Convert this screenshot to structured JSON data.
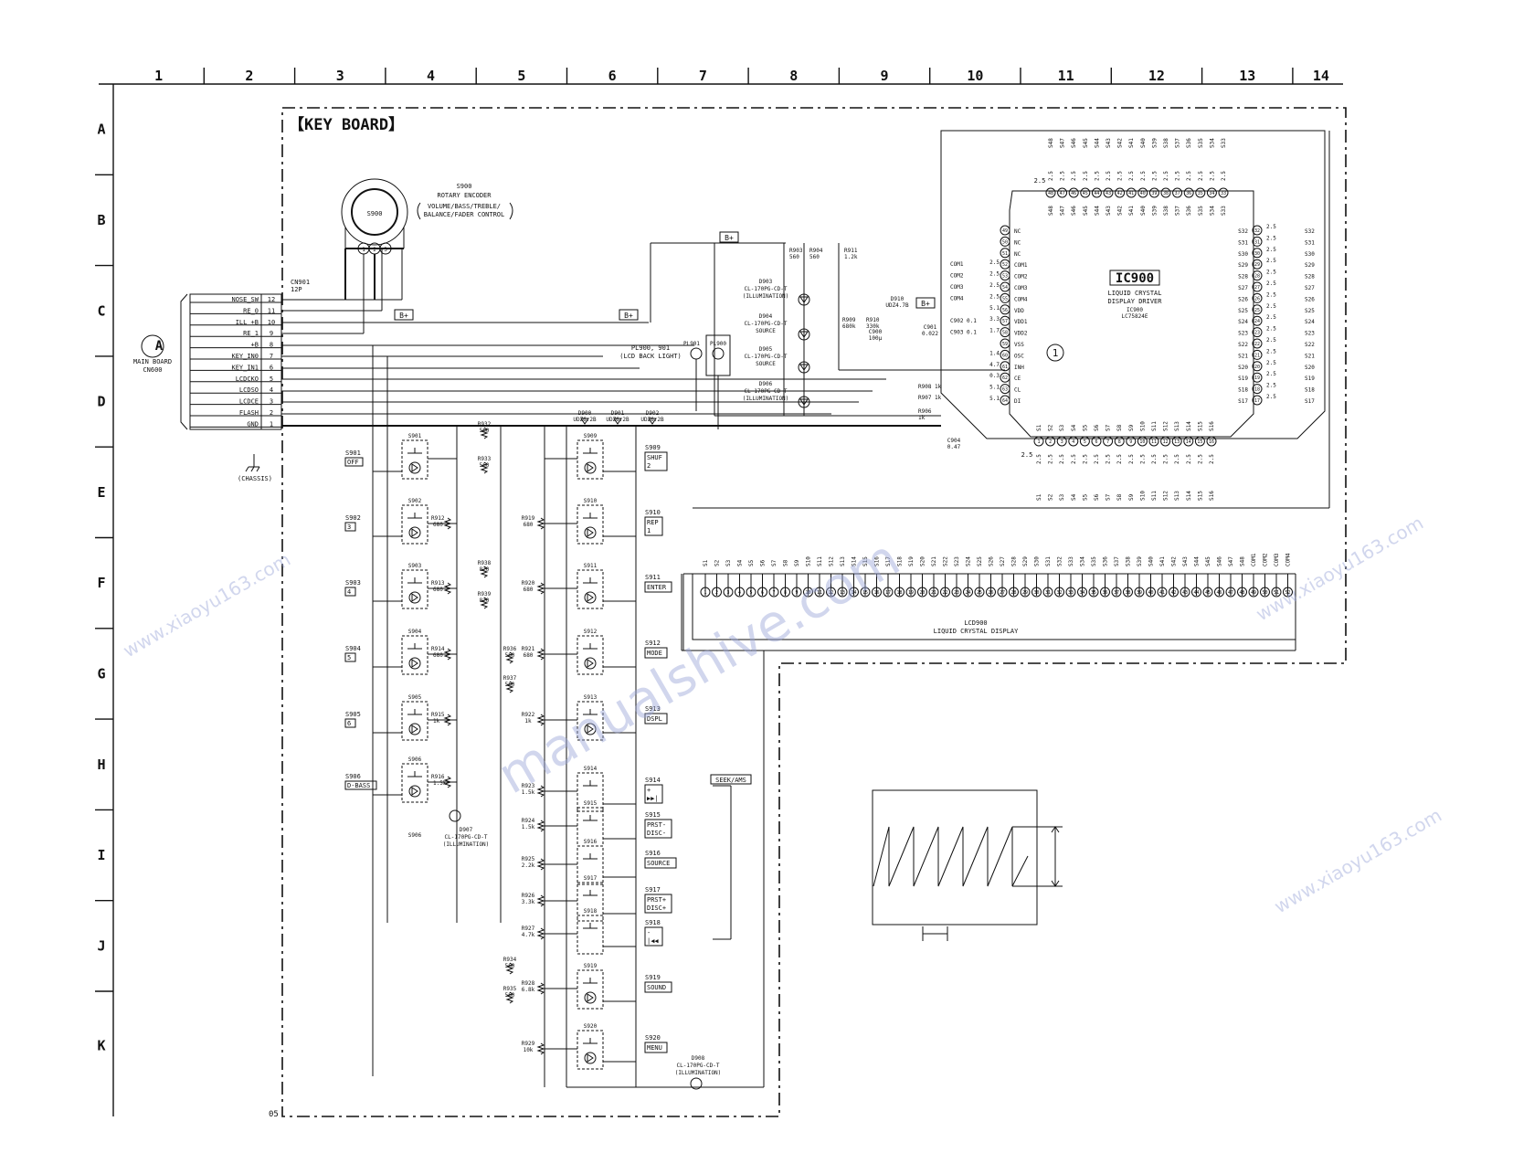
{
  "grid": {
    "columns": [
      "1",
      "2",
      "3",
      "4",
      "5",
      "6",
      "7",
      "8",
      "9",
      "10",
      "11",
      "12",
      "13",
      "14"
    ],
    "rows": [
      "A",
      "B",
      "C",
      "D",
      "E",
      "F",
      "G",
      "H",
      "I",
      "J",
      "K"
    ]
  },
  "board_title": "【KEY BOARD】",
  "page_code": "05",
  "connector_block": {
    "label_lines": [
      "MAIN BOARD",
      "CN600"
    ],
    "marker": "A",
    "cn_ref_lines": [
      "CN901",
      "12P"
    ],
    "pins": [
      {
        "signal": "NOSE_SW",
        "num": "12"
      },
      {
        "signal": "RE_0",
        "num": "11"
      },
      {
        "signal": "ILL +B",
        "num": "10"
      },
      {
        "signal": "RE_1",
        "num": "9"
      },
      {
        "signal": "+B",
        "num": "8"
      },
      {
        "signal": "KEY_IN0",
        "num": "7"
      },
      {
        "signal": "KEY_IN1",
        "num": "6"
      },
      {
        "signal": "LCDCKO",
        "num": "5"
      },
      {
        "signal": "LCDSO",
        "num": "4"
      },
      {
        "signal": "LCDCE",
        "num": "3"
      },
      {
        "signal": "FLASH",
        "num": "2"
      },
      {
        "signal": "GND",
        "num": "1"
      }
    ],
    "chassis": "(CHASSIS)"
  },
  "encoder": {
    "ref": "S900",
    "lines": [
      "S900",
      "ROTARY ENCODER",
      "VOLUME/BASS/TREBLE/",
      "BALANCE/FADER CONTROL"
    ],
    "pins": [
      "1",
      "2",
      "3"
    ]
  },
  "bplus": "B+",
  "illum": [
    {
      "ref": "D903",
      "part": "CL-170PG-CD-T",
      "note": "(ILLUMINATION)"
    },
    {
      "ref": "D904",
      "part": "CL-170PG-CD-T",
      "note": "SOURCE"
    },
    {
      "ref": "D905",
      "part": "CL-170PG-CD-T",
      "note": "SOURCE"
    },
    {
      "ref": "D906",
      "part": "CL-170PG-CD-T",
      "note": "(ILLUMINATION)"
    }
  ],
  "resistors_top": [
    {
      "ref": "R903",
      "val": "560"
    },
    {
      "ref": "R904",
      "val": "560"
    },
    {
      "ref": "R911",
      "val": "1.2k"
    },
    {
      "ref": "R909",
      "val": "680k"
    },
    {
      "ref": "R910",
      "val": "330k"
    },
    {
      "ref": "R908",
      "val": "1k"
    },
    {
      "ref": "R907",
      "val": "1k"
    },
    {
      "ref": "R906",
      "val": "1k"
    }
  ],
  "pl": {
    "label_lines": [
      "PL900, 901",
      "(LCD BACK LIGHT)"
    ],
    "pl901": "PL901",
    "pl900": "PL900"
  },
  "zeners": [
    {
      "ref": "D900",
      "val": "UDZ6.2B"
    },
    {
      "ref": "D901",
      "val": "UDZ6.2B"
    },
    {
      "ref": "D902",
      "val": "UDZ6.2B"
    },
    {
      "ref": "D910",
      "val": "UDZ4.7B"
    }
  ],
  "caps": [
    {
      "ref": "C900",
      "val": "100μ"
    },
    {
      "ref": "C901",
      "val": "0.022"
    },
    {
      "ref": "C902",
      "val": "0.1"
    },
    {
      "ref": "C903",
      "val": "0.1"
    },
    {
      "ref": "C904",
      "val": "0.47"
    }
  ],
  "ic": {
    "ref": "IC900",
    "lines": [
      "LIQUID CRYSTAL",
      "DISPLAY DRIVER",
      "IC900",
      "LC75824E"
    ],
    "top_pins": [
      "S48",
      "S47",
      "S46",
      "S45",
      "S44",
      "S43",
      "S42",
      "S41",
      "S40",
      "S39",
      "S38",
      "S37",
      "S36",
      "S35",
      "S34",
      "S33"
    ],
    "top_nums": [
      "48",
      "47",
      "46",
      "45",
      "44",
      "43",
      "42",
      "41",
      "40",
      "39",
      "38",
      "37",
      "36",
      "35",
      "34",
      "33"
    ],
    "bottom_pins": [
      "S1",
      "S2",
      "S3",
      "S4",
      "S5",
      "S6",
      "S7",
      "S8",
      "S9",
      "S10",
      "S11",
      "S12",
      "S13",
      "S14",
      "S15",
      "S16"
    ],
    "left_pins": [
      {
        "num": "49",
        "name": "NC",
        "ext": "",
        "v": ""
      },
      {
        "num": "50",
        "name": "NC",
        "ext": "",
        "v": ""
      },
      {
        "num": "51",
        "name": "NC",
        "ext": "",
        "v": ""
      },
      {
        "num": "52",
        "name": "COM1",
        "ext": "COM1",
        "v": "2.5"
      },
      {
        "num": "53",
        "name": "COM2",
        "ext": "COM2",
        "v": "2.5"
      },
      {
        "num": "54",
        "name": "COM3",
        "ext": "COM3",
        "v": "2.5"
      },
      {
        "num": "55",
        "name": "COM4",
        "ext": "COM4",
        "v": "2.5"
      },
      {
        "num": "56",
        "name": "VDD",
        "ext": "",
        "v": "5.1"
      },
      {
        "num": "57",
        "name": "VDD1",
        "ext": "C902 0.1",
        "v": "3.3"
      },
      {
        "num": "58",
        "name": "VDD2",
        "ext": "C903 0.1",
        "v": "1.7"
      },
      {
        "num": "59",
        "name": "VSS",
        "ext": "",
        "v": ""
      },
      {
        "num": "60",
        "name": "OSC",
        "ext": "",
        "v": "1.4"
      },
      {
        "num": "61",
        "name": "INH",
        "ext": "",
        "v": "4.7"
      },
      {
        "num": "62",
        "name": "CE",
        "ext": "",
        "v": "0.3"
      },
      {
        "num": "63",
        "name": "CL",
        "ext": "",
        "v": "5.1"
      },
      {
        "num": "64",
        "name": "DI",
        "ext": "",
        "v": "5.1"
      }
    ],
    "right_pins": [
      {
        "num": "32",
        "name": "S32"
      },
      {
        "num": "31",
        "name": "S31"
      },
      {
        "num": "30",
        "name": "S30"
      },
      {
        "num": "29",
        "name": "S29"
      },
      {
        "num": "28",
        "name": "S28"
      },
      {
        "num": "27",
        "name": "S27"
      },
      {
        "num": "26",
        "name": "S26"
      },
      {
        "num": "25",
        "name": "S25"
      },
      {
        "num": "24",
        "name": "S24"
      },
      {
        "num": "23",
        "name": "S23"
      },
      {
        "num": "22",
        "name": "S22"
      },
      {
        "num": "21",
        "name": "S21"
      },
      {
        "num": "20",
        "name": "S20"
      },
      {
        "num": "19",
        "name": "S19"
      },
      {
        "num": "18",
        "name": "S18"
      },
      {
        "num": "17",
        "name": "S17"
      }
    ],
    "volt": "2.5",
    "osc_marker": "1"
  },
  "lcd": {
    "lines": [
      "LCD900",
      "LIQUID CRYSTAL DISPLAY"
    ],
    "pin_count": 52,
    "top_labels": [
      "S1",
      "S2",
      "S3",
      "S4",
      "S5",
      "S6",
      "S7",
      "S8",
      "S9",
      "S10",
      "S11",
      "S12",
      "S13",
      "S14",
      "S15",
      "S16",
      "S17",
      "S18",
      "S19",
      "S20",
      "S21",
      "S22",
      "S23",
      "S24",
      "S25",
      "S26",
      "S27",
      "S28",
      "S29",
      "S30",
      "S31",
      "S32",
      "S33",
      "S34",
      "S35",
      "S36",
      "S37",
      "S38",
      "S39",
      "S40",
      "S41",
      "S42",
      "S43",
      "S44",
      "S45",
      "S46",
      "S47",
      "S48",
      "COM1",
      "COM2",
      "COM3",
      "COM4"
    ]
  },
  "left_switches": [
    {
      "ref": "S901",
      "tag": "OFF",
      "res": "",
      "resval": ""
    },
    {
      "ref": "S902",
      "tag": "3",
      "res": "R912",
      "resval": "680"
    },
    {
      "ref": "S903",
      "tag": "4",
      "res": "R913",
      "resval": "680"
    },
    {
      "ref": "S904",
      "tag": "5",
      "res": "R914",
      "resval": "680"
    },
    {
      "ref": "S905",
      "tag": "6",
      "res": "R915",
      "resval": "1k"
    },
    {
      "ref": "S906",
      "tag": "D-BASS",
      "res": "R916",
      "resval": "1.5k"
    }
  ],
  "d907": {
    "ref": "D907",
    "part": "CL-170PG-CD-T",
    "note": "(ILLUMINATION)"
  },
  "d908": {
    "ref": "D908",
    "part": "CL-170PG-CD-T",
    "note": "(ILLUMINATION)"
  },
  "mid_res": [
    {
      "ref": "R932",
      "val": "560"
    },
    {
      "ref": "R933",
      "val": "560"
    },
    {
      "ref": "R938",
      "val": "820"
    },
    {
      "ref": "R939",
      "val": "820"
    },
    {
      "ref": "R936",
      "val": "560"
    },
    {
      "ref": "R937",
      "val": "560"
    },
    {
      "ref": "R934",
      "val": "560"
    },
    {
      "ref": "R935",
      "val": "560"
    }
  ],
  "right_switches": [
    {
      "ref": "S909",
      "tag": "SHUF 2",
      "res": "",
      "resval": ""
    },
    {
      "ref": "S910",
      "tag": "REP 1",
      "res": "R919",
      "resval": "680"
    },
    {
      "ref": "S911",
      "tag": "ENTER",
      "res": "R920",
      "resval": "680"
    },
    {
      "ref": "S912",
      "tag": "MODE",
      "res": "R921",
      "resval": "680"
    },
    {
      "ref": "S913",
      "tag": "DSPL",
      "res": "R922",
      "resval": "1k"
    },
    {
      "ref": "S914",
      "tag": "+ ▶▶|",
      "res": "R923",
      "resval": "1.5k"
    },
    {
      "ref": "S915",
      "tag": "PRST- DISC-",
      "res": "R924",
      "resval": "1.5k"
    },
    {
      "ref": "S916",
      "tag": "SOURCE",
      "res": "R925",
      "resval": "2.2k"
    },
    {
      "ref": "S917",
      "tag": "PRST+ DISC+",
      "res": "R926",
      "resval": "3.3k"
    },
    {
      "ref": "S918",
      "tag": "- |◀◀",
      "res": "R927",
      "resval": "4.7k"
    },
    {
      "ref": "S919",
      "tag": "SOUND",
      "res": "R928",
      "resval": "6.8k"
    },
    {
      "ref": "S920",
      "tag": "MENU",
      "res": "R929",
      "resval": "10k"
    }
  ],
  "seek": "SEEK/AMS",
  "watermarks": [
    "manualshive.com",
    "www.xiaoyu163.com"
  ]
}
